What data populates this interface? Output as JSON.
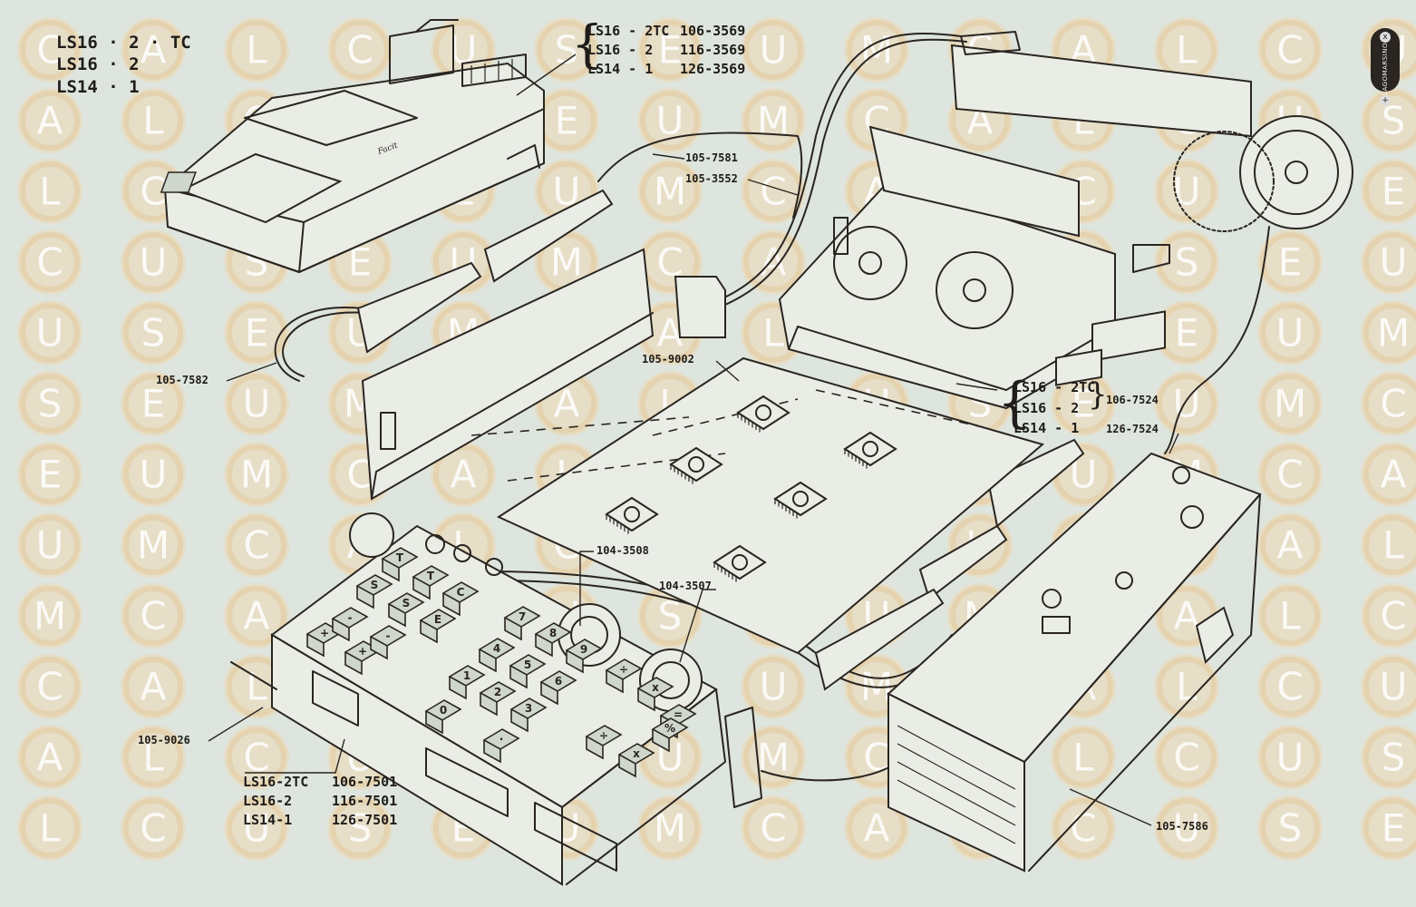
{
  "title_models": [
    "LS16 · 2 · TC",
    "LS16 · 2",
    "LS14 · 1"
  ],
  "housing": {
    "models": [
      "LS16 - 2TC",
      "LS16 - 2",
      "LS14 - 1"
    ],
    "parts": [
      "106-3569",
      "116-3569",
      "126-3569"
    ],
    "badge_text": "Facit"
  },
  "printer": {
    "models": [
      "LS16 - 2TC",
      "LS16 - 2",
      "LS14 - 1"
    ],
    "parts": [
      "106-7524",
      "126-7524"
    ]
  },
  "keyboard": {
    "models": [
      "LS16-2TC",
      "LS16-2",
      "LS14-1"
    ],
    "parts": [
      "106-7501",
      "116-7501",
      "126-7501"
    ]
  },
  "callouts": {
    "cable_top": "105-7581",
    "cable_top2": "105-3552",
    "cable_left": "105-7582",
    "mainboard": "105-9002",
    "chip_a": "104-3508",
    "chip_b": "104-3507",
    "keyboard_frame": "105-9026",
    "power_supply": "105-7586"
  },
  "watermark": {
    "rows": [
      "CALCUSEUM",
      "CALCUSEUM",
      "CALCUSEUM",
      "CALCUSEUM",
      "CALCUSEUM",
      "CALCUSEUM",
      "CALCUSEUM",
      "CALCUSEUM",
      "CALCUSEUM",
      "CALCUSEUM",
      "CALCUSEUM",
      "CALCUSEUM"
    ],
    "color": "#ecd9b4"
  },
  "badge": {
    "word": "LAGOMARSINO",
    "symbols": [
      "x",
      "+"
    ]
  },
  "keys": {
    "digits": [
      "7",
      "8",
      "9",
      "4",
      "5",
      "6",
      "1",
      "2",
      "3",
      "0",
      "·"
    ],
    "functions": [
      "+",
      "+",
      "-",
      "-",
      "S",
      "S",
      "E",
      "T",
      "T",
      "C",
      "÷",
      "x",
      "=",
      "÷",
      "x",
      "%"
    ]
  }
}
